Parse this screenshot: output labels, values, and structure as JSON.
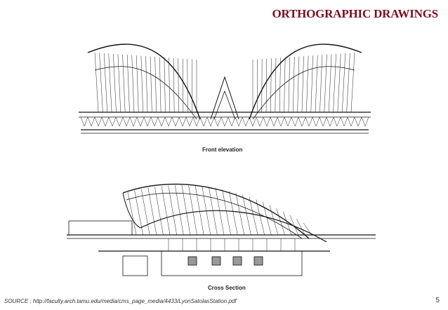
{
  "slide": {
    "title": "ORTHOGRAPHIC DRAWINGS",
    "title_color": "#7a0f1e",
    "drawings": [
      {
        "caption": "Front elevation"
      },
      {
        "caption": "Cross Section"
      }
    ],
    "source": "SOURCE ; http://faculty.arch.tamu.edu/media/cms_page_media/4433/LyonSatolasStation.pdf",
    "page_number": "5"
  }
}
